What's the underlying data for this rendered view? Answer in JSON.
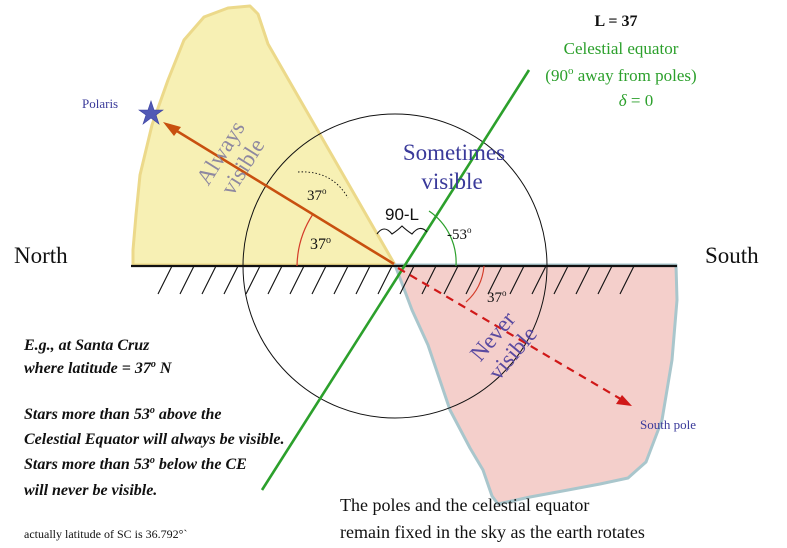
{
  "header": {
    "latitude_label": "L = 37"
  },
  "directions": {
    "north": "North",
    "south": "South"
  },
  "celestial_equator": {
    "title": "Celestial equator",
    "subtitle_pre": "(90",
    "subtitle_sup": "o",
    "subtitle_post": " away from poles)",
    "delta_symbol": "δ",
    "delta_value": " = 0"
  },
  "stars": {
    "polaris": "Polaris",
    "south_pole": "South pole"
  },
  "regions": {
    "always_line1": "Always",
    "always_line2": "visible",
    "sometimes_line1": "Sometimes",
    "sometimes_line2": "visible",
    "never_line1": "Never",
    "never_line2": "visible"
  },
  "angles": {
    "upper_37": "37",
    "lower_37": "37",
    "south_37": "37",
    "minus_53": "-53",
    "degree_sup": "o",
    "ninety_minus_l": "90-L"
  },
  "notes": {
    "example_line1": "E.g., at Santa Cruz",
    "example_line2_pre": "where latitude = 37",
    "example_line2_sup": "o",
    "example_line2_post": " N",
    "rule_line1_pre": "Stars more than 53",
    "rule_line1_sup": "o",
    "rule_line1_post": " above the",
    "rule_line2": "Celestial Equator will always be visible.",
    "rule_line3_pre": "Stars more than 53",
    "rule_line3_sup": "o",
    "rule_line3_post": " below the CE",
    "rule_line4": "will never be visible.",
    "footnote": "actually latitude of SC is 36.792°`"
  },
  "caption": {
    "line1": "The poles and the celestial equator",
    "line2": "remain fixed in the sky as the earth rotates"
  },
  "colors": {
    "always_fill": "#f7f0b4",
    "always_edge": "#ecd98a",
    "never_fill": "#f4cfcb",
    "never_edge": "#a9c6cc",
    "equator": "#2ca02c",
    "polaris_arrow": "#c8500f",
    "south_arrow": "#d01818",
    "region_text": "#3a3a9a",
    "angle_arc": "#d43c2a"
  }
}
